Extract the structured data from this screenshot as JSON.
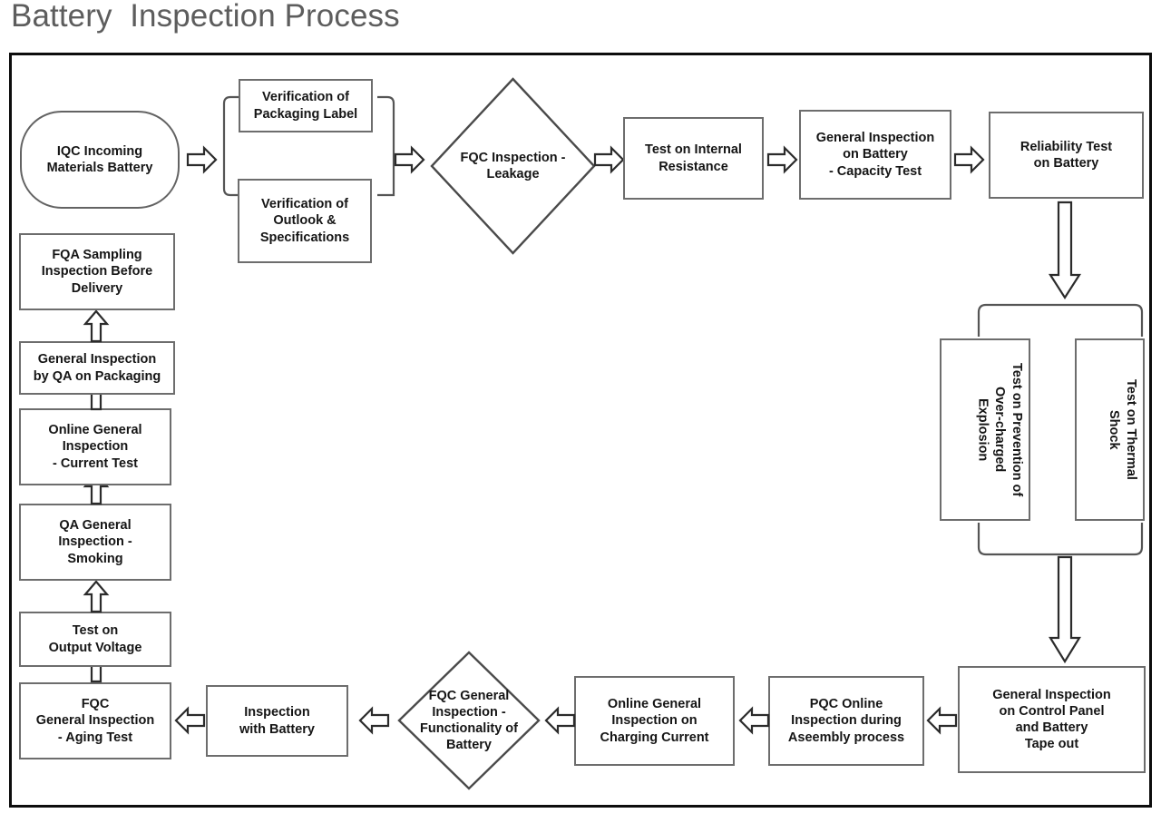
{
  "title": "Battery  Inspection Process",
  "colors": {
    "title_text": "#5d5d5d",
    "frame_border": "#0d0d0d",
    "node_border": "#6d6d6d",
    "node_text": "#151515",
    "node_fill": "#ffffff",
    "arrow_stroke": "#2b2b2b",
    "connector_stroke": "#555555"
  },
  "diagram": {
    "type": "flowchart",
    "nodes": [
      {
        "id": "iqc",
        "shape": "stadium",
        "label": "IQC Incoming\nMaterials Battery"
      },
      {
        "id": "ver_label",
        "shape": "rect",
        "label": "Verification of\nPackaging Label"
      },
      {
        "id": "ver_outlook",
        "shape": "rect",
        "label": "Verification of\nOutlook &\nSpecifications"
      },
      {
        "id": "fqc_leakage",
        "shape": "diamond",
        "label": "FQC Inspection -\nLeakage"
      },
      {
        "id": "internal_res",
        "shape": "rect",
        "label": "Test on Internal\nResistance"
      },
      {
        "id": "capacity",
        "shape": "rect",
        "label": "General Inspection\non Battery\n- Capacity Test"
      },
      {
        "id": "reliability",
        "shape": "rect",
        "label": "Reliability Test\non Battery"
      },
      {
        "id": "overcharge",
        "shape": "rect-vertical",
        "label": "Test on Prevention of\nOver-charged\nExplosion"
      },
      {
        "id": "thermal",
        "shape": "rect-vertical",
        "label": "Test on Thermal\nShock"
      },
      {
        "id": "control_panel",
        "shape": "rect",
        "label": "General Inspection\non Control Panel\nand Battery\nTape out"
      },
      {
        "id": "pqc_assembly",
        "shape": "rect",
        "label": "PQC Online\nInspection during\nAseembly process"
      },
      {
        "id": "charging",
        "shape": "rect",
        "label": "Online General\nInspection on\nCharging Current"
      },
      {
        "id": "fqc_function",
        "shape": "diamond",
        "label": "FQC General\nInspection -\nFunctionality of\nBattery"
      },
      {
        "id": "insp_battery",
        "shape": "rect",
        "label": "Inspection\nwith Battery"
      },
      {
        "id": "fqc_aging",
        "shape": "rect",
        "label": "FQC\nGeneral Inspection\n- Aging Test"
      },
      {
        "id": "output_voltage",
        "shape": "rect",
        "label": "Test on\nOutput Voltage"
      },
      {
        "id": "qa_smoking",
        "shape": "rect",
        "label": "QA General\nInspection -\nSmoking"
      },
      {
        "id": "online_current",
        "shape": "rect",
        "label": "Online General\nInspection\n- Current Test"
      },
      {
        "id": "qa_packaging",
        "shape": "rect",
        "label": "General Inspection\nby QA on Packaging"
      },
      {
        "id": "fqa_sampling",
        "shape": "rect",
        "label": "FQA Sampling\nInspection Before\nDelivery"
      }
    ],
    "edges": [
      {
        "from": "iqc",
        "to": "ver_group",
        "direction": "right"
      },
      {
        "from": "ver_group",
        "to": "fqc_leakage",
        "direction": "right"
      },
      {
        "from": "fqc_leakage",
        "to": "internal_res",
        "direction": "right"
      },
      {
        "from": "internal_res",
        "to": "capacity",
        "direction": "right"
      },
      {
        "from": "capacity",
        "to": "reliability",
        "direction": "right"
      },
      {
        "from": "reliability",
        "to": "test_group",
        "direction": "down"
      },
      {
        "from": "test_group",
        "to": "control_panel",
        "direction": "down"
      },
      {
        "from": "control_panel",
        "to": "pqc_assembly",
        "direction": "left"
      },
      {
        "from": "pqc_assembly",
        "to": "charging",
        "direction": "left"
      },
      {
        "from": "charging",
        "to": "fqc_function",
        "direction": "left"
      },
      {
        "from": "fqc_function",
        "to": "insp_battery",
        "direction": "left"
      },
      {
        "from": "insp_battery",
        "to": "fqc_aging",
        "direction": "left"
      },
      {
        "from": "fqc_aging",
        "to": "output_voltage",
        "direction": "up"
      },
      {
        "from": "output_voltage",
        "to": "qa_smoking",
        "direction": "up"
      },
      {
        "from": "qa_smoking",
        "to": "online_current",
        "direction": "up"
      },
      {
        "from": "online_current",
        "to": "qa_packaging",
        "direction": "up"
      },
      {
        "from": "qa_packaging",
        "to": "fqa_sampling",
        "direction": "up"
      }
    ]
  }
}
